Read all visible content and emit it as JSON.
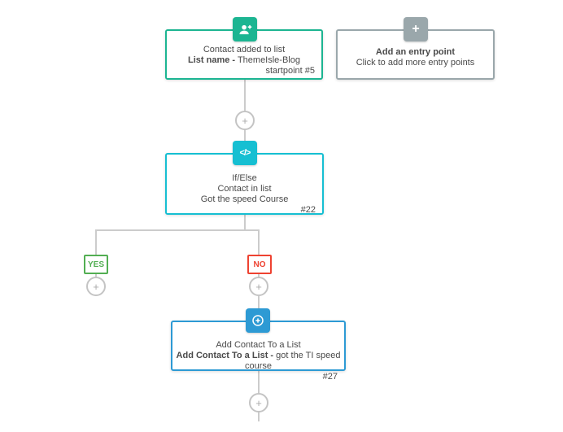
{
  "flow": {
    "add_step_button_label": "+",
    "start_node": {
      "line1": "Contact added to list",
      "line2_bold": "List name -",
      "line2_regular": " ThemeIsle-Blog",
      "node_id": "startpoint #5"
    },
    "entry_node": {
      "plus_glyph": "+",
      "line1": "Add an entry point",
      "line2": "Click to add more entry points"
    },
    "ifelse_node": {
      "code_glyph": "</>",
      "line1": "If/Else",
      "line2": "Contact in list",
      "line3": "Got the speed Course",
      "node_id": "#22"
    },
    "add_contact_node": {
      "line1": "Add Contact To a List",
      "line2_bold": "Add Contact To a List -",
      "line2_regular": " got the TI speed course",
      "node_id": "#27"
    },
    "branch": {
      "yes_label": "YES",
      "no_label": "NO"
    }
  },
  "colors": {
    "start_accent": "#1cb592",
    "entry_accent": "#9aa7ab",
    "ifelse_accent": "#16bfd2",
    "add_contact_accent": "#2d9ad4",
    "yes_accent": "#52ae52",
    "no_accent": "#ee4231",
    "connector": "#cccccc",
    "text": "#4a4a4a"
  }
}
